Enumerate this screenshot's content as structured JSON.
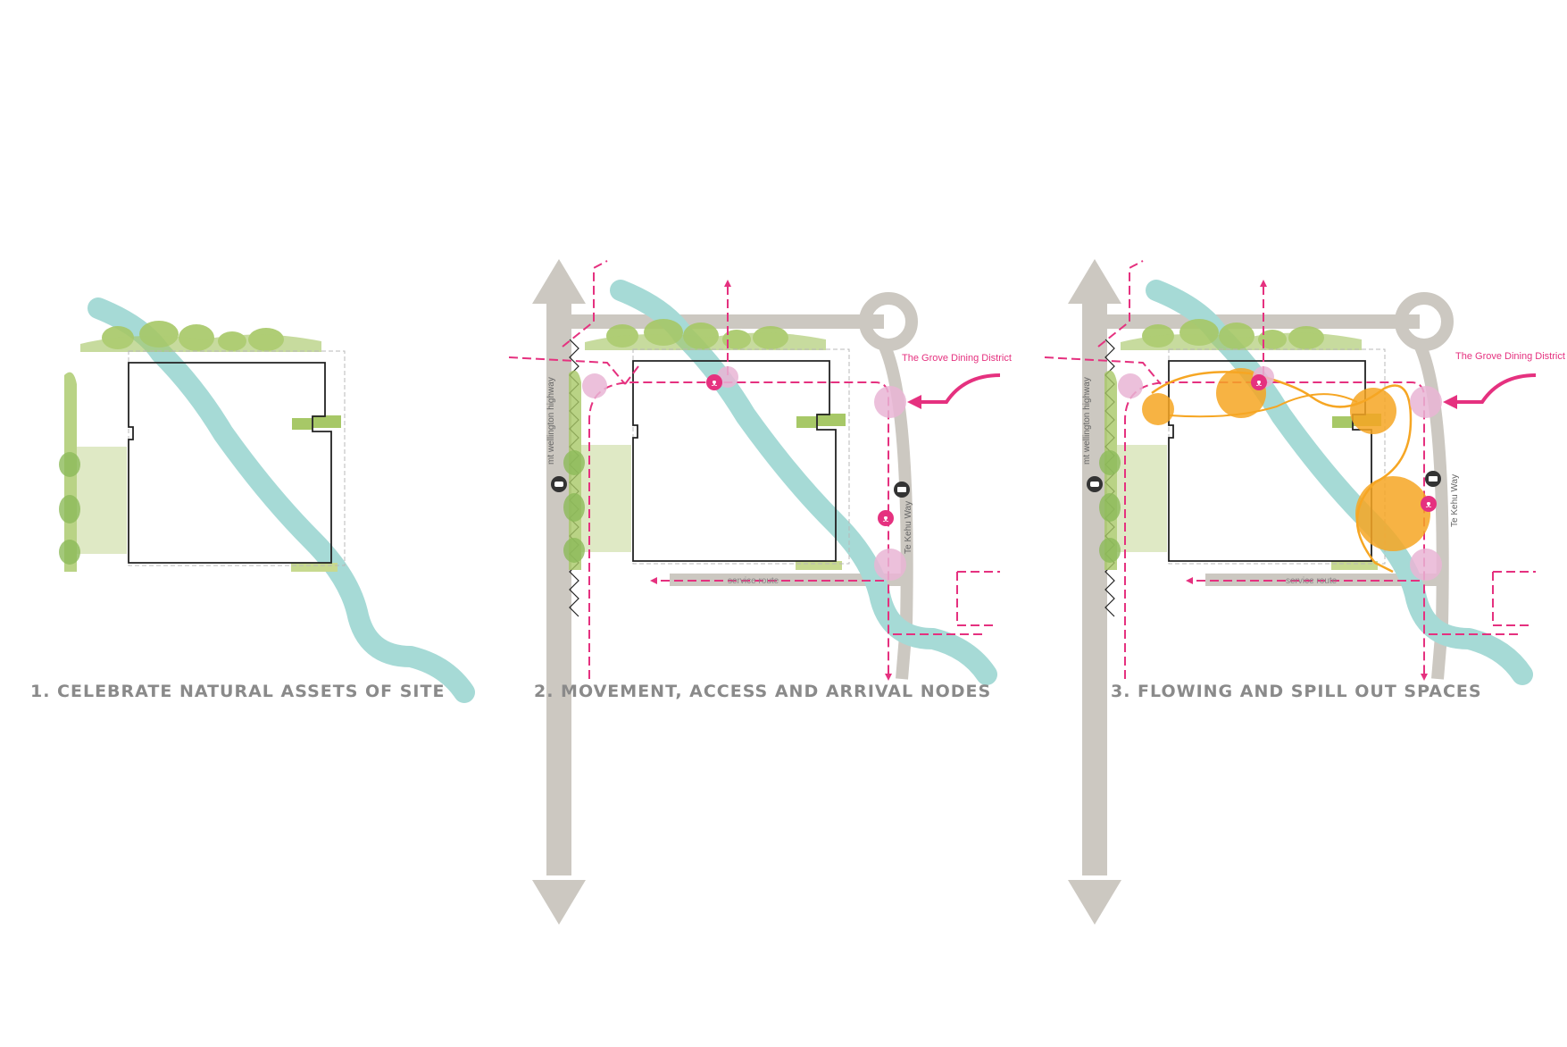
{
  "panels": [
    {
      "caption": "1.  CELEBRATE NATURAL ASSETS OF SITE"
    },
    {
      "caption": "2.  MOVEMENT, ACCESS AND ARRIVAL NODES",
      "labels": {
        "highway": "mt wellington highway",
        "road": "Te Kehu Way",
        "service": "service route",
        "destination": "The Grove Dining District"
      }
    },
    {
      "caption": "3.  FLOWING AND SPILL OUT SPACES",
      "labels": {
        "highway": "mt wellington highway",
        "road": "Te Kehu Way",
        "service": "service route",
        "destination": "The Grove Dining District"
      }
    }
  ],
  "colors": {
    "river": "#a6dad6",
    "road": "#ccc8c1",
    "green": "#a7c867",
    "green_light": "#dfe9c5",
    "magenta": "#e5317f",
    "node": "#e9b5d5",
    "orange": "#f6a623",
    "caption": "#8a8a8a"
  },
  "icons": {
    "car": "car-icon",
    "pedestrian": "pedestrian-icon",
    "service": "service-vehicle-icon"
  }
}
